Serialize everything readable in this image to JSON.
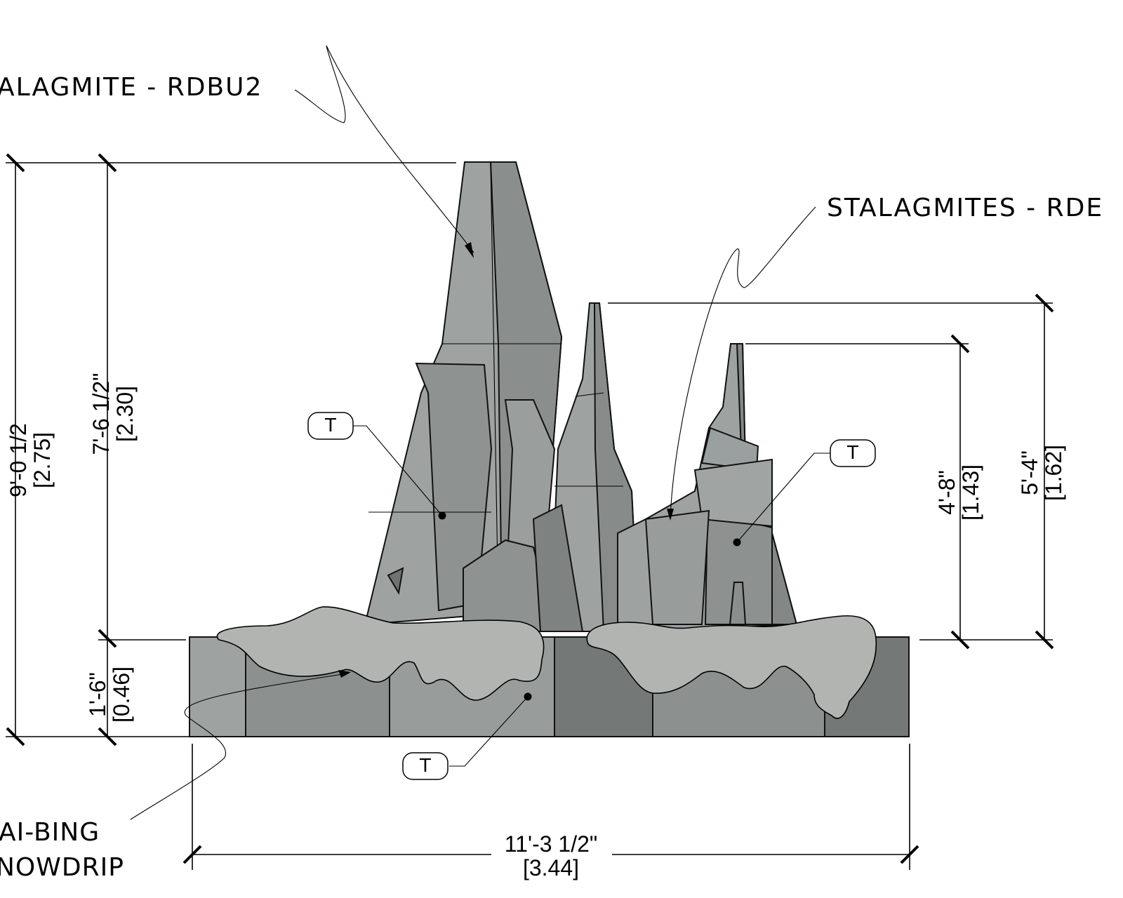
{
  "drawing": {
    "title": "Stalagmite elevation with dimensions",
    "labels": {
      "stalagmite_top_left": "ALAGMITE - RDBU2",
      "stalagmites_right": "STALAGMITES - RDE",
      "snowdrip_line1": "AI-BING",
      "snowdrip_line2": "NOWDRIP"
    },
    "dimensions": {
      "overall_height": {
        "imperial": "9'-0 1/2",
        "metric": "[2.75]"
      },
      "main_stalagmite_height": {
        "imperial": "7'-6 1/2\"",
        "metric": "[2.30]"
      },
      "base_height": {
        "imperial": "1'-6\"",
        "metric": "[0.46]"
      },
      "right_stalagmite_small": {
        "imperial": "4'-8\"",
        "metric": "[1.43]"
      },
      "right_stalagmite_tall": {
        "imperial": "5'-4\"",
        "metric": "[1.62]"
      },
      "overall_width": {
        "imperial": "11'-3 1/2\"",
        "metric": "[3.44]"
      }
    },
    "tags": [
      {
        "id": "tag-main-stalagmite",
        "text": "T"
      },
      {
        "id": "tag-right-stalagmite",
        "text": "T"
      },
      {
        "id": "tag-base",
        "text": "T"
      }
    ],
    "colors": {
      "rock_light": "#9ea3a2",
      "rock_mid": "#8c9190",
      "rock_dark": "#747877",
      "snow": "#b2b4b1",
      "line": "#000000"
    }
  }
}
